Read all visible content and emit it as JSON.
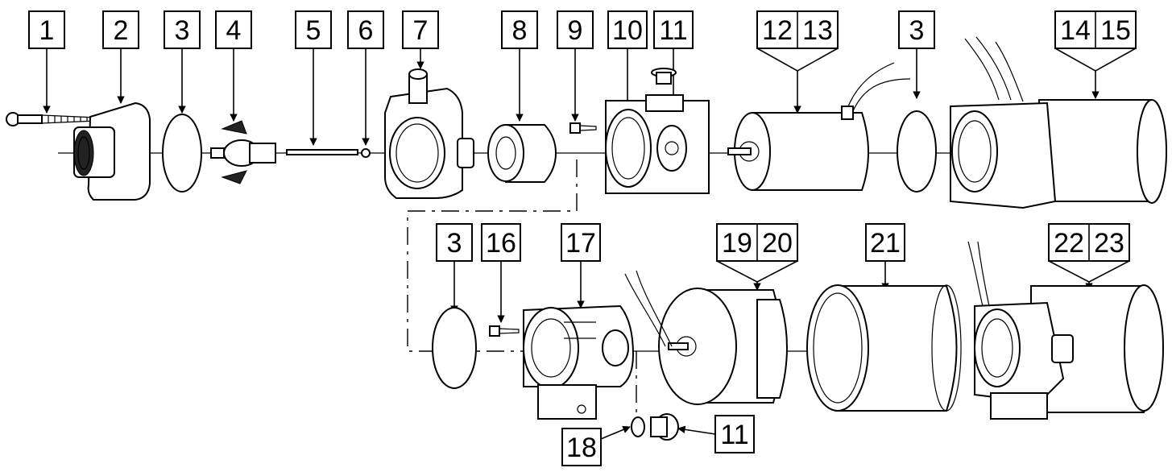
{
  "callouts": [
    {
      "id": "1",
      "text": "1"
    },
    {
      "id": "2",
      "text": "2"
    },
    {
      "id": "3a",
      "text": "3"
    },
    {
      "id": "4",
      "text": "4"
    },
    {
      "id": "5",
      "text": "5"
    },
    {
      "id": "6",
      "text": "6"
    },
    {
      "id": "7",
      "text": "7"
    },
    {
      "id": "8",
      "text": "8"
    },
    {
      "id": "9",
      "text": "9"
    },
    {
      "id": "10",
      "text": "10"
    },
    {
      "id": "11a",
      "text": "11"
    },
    {
      "id": "12",
      "text": "12"
    },
    {
      "id": "13",
      "text": "13"
    },
    {
      "id": "3b",
      "text": "3"
    },
    {
      "id": "14",
      "text": "14"
    },
    {
      "id": "15",
      "text": "15"
    },
    {
      "id": "3c",
      "text": "3"
    },
    {
      "id": "16",
      "text": "16"
    },
    {
      "id": "17",
      "text": "17"
    },
    {
      "id": "19",
      "text": "19"
    },
    {
      "id": "20",
      "text": "20"
    },
    {
      "id": "21",
      "text": "21"
    },
    {
      "id": "22",
      "text": "22"
    },
    {
      "id": "23",
      "text": "23"
    },
    {
      "id": "18",
      "text": "18"
    },
    {
      "id": "11b",
      "text": "11"
    }
  ]
}
